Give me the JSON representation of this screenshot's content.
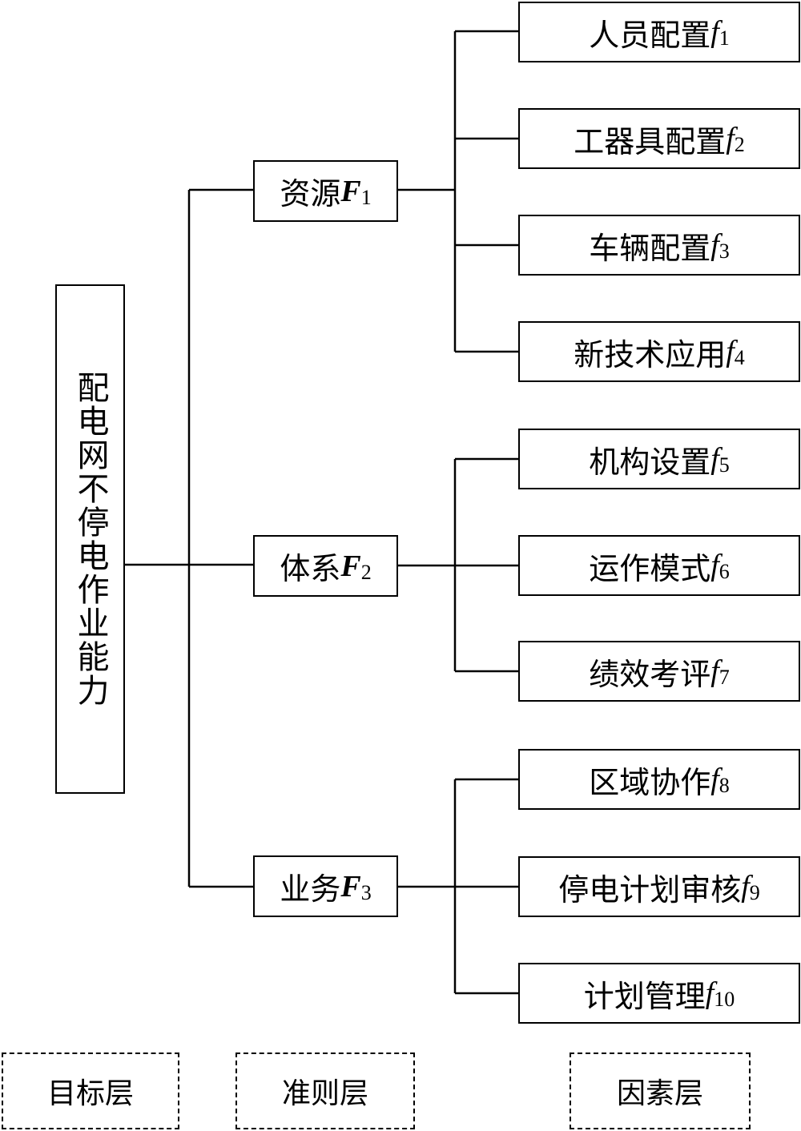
{
  "goal": {
    "label": "配电网不停电作业能力"
  },
  "criteria": [
    {
      "text": "资源",
      "code": "F",
      "sub": "1"
    },
    {
      "text": "体系",
      "code": "F",
      "sub": "2"
    },
    {
      "text": "业务",
      "code": "F",
      "sub": "3"
    }
  ],
  "factors": [
    {
      "text": "人员配置",
      "code": "f",
      "sub": "1"
    },
    {
      "text": "工器具配置",
      "code": "f",
      "sub": "2"
    },
    {
      "text": "车辆配置",
      "code": "f",
      "sub": "3"
    },
    {
      "text": "新技术应用",
      "code": "f",
      "sub": "4"
    },
    {
      "text": "机构设置",
      "code": "f",
      "sub": "5"
    },
    {
      "text": "运作模式",
      "code": "f",
      "sub": "6"
    },
    {
      "text": "绩效考评",
      "code": "f",
      "sub": "7"
    },
    {
      "text": "区域协作",
      "code": "f",
      "sub": "8"
    },
    {
      "text": "停电计划审核",
      "code": "f",
      "sub": "9"
    },
    {
      "text": "计划管理",
      "code": "f",
      "sub": "10"
    }
  ],
  "layers": {
    "goal_layer": "目标层",
    "criteria_layer": "准则层",
    "factor_layer": "因素层"
  }
}
